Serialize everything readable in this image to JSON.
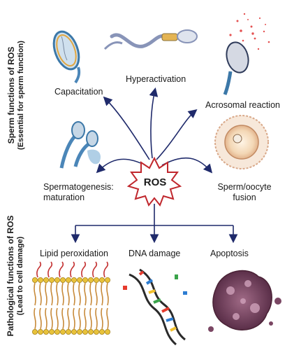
{
  "center": {
    "label": "ROS"
  },
  "sections": {
    "sperm": {
      "title": "Sperm functions of ROS",
      "subtitle": "(Essential for sperm  function)"
    },
    "pathological": {
      "title": "Pathological functions of ROS",
      "subtitle": "(Lead to cell damage)"
    }
  },
  "sperm_functions": {
    "capacitation": "Capacitation",
    "hyperactivation": "Hyperactivation",
    "acrosomal_reaction": "Acrosomal reaction",
    "spermatogenesis_line1": "Spermatogenesis:",
    "spermatogenesis_line2": "maturation",
    "fusion_line1": "Sperm/oocyte",
    "fusion_line2": "fusion"
  },
  "pathological_functions": {
    "lipid_peroxidation": "Lipid peroxidation",
    "dna_damage": "DNA damage",
    "apoptosis": "Apoptosis"
  },
  "colors": {
    "arrow": "#1f2a6b",
    "starburst_fill": "#ffffff",
    "starburst_stroke": "#c0272d",
    "text": "#1a1a1a"
  }
}
